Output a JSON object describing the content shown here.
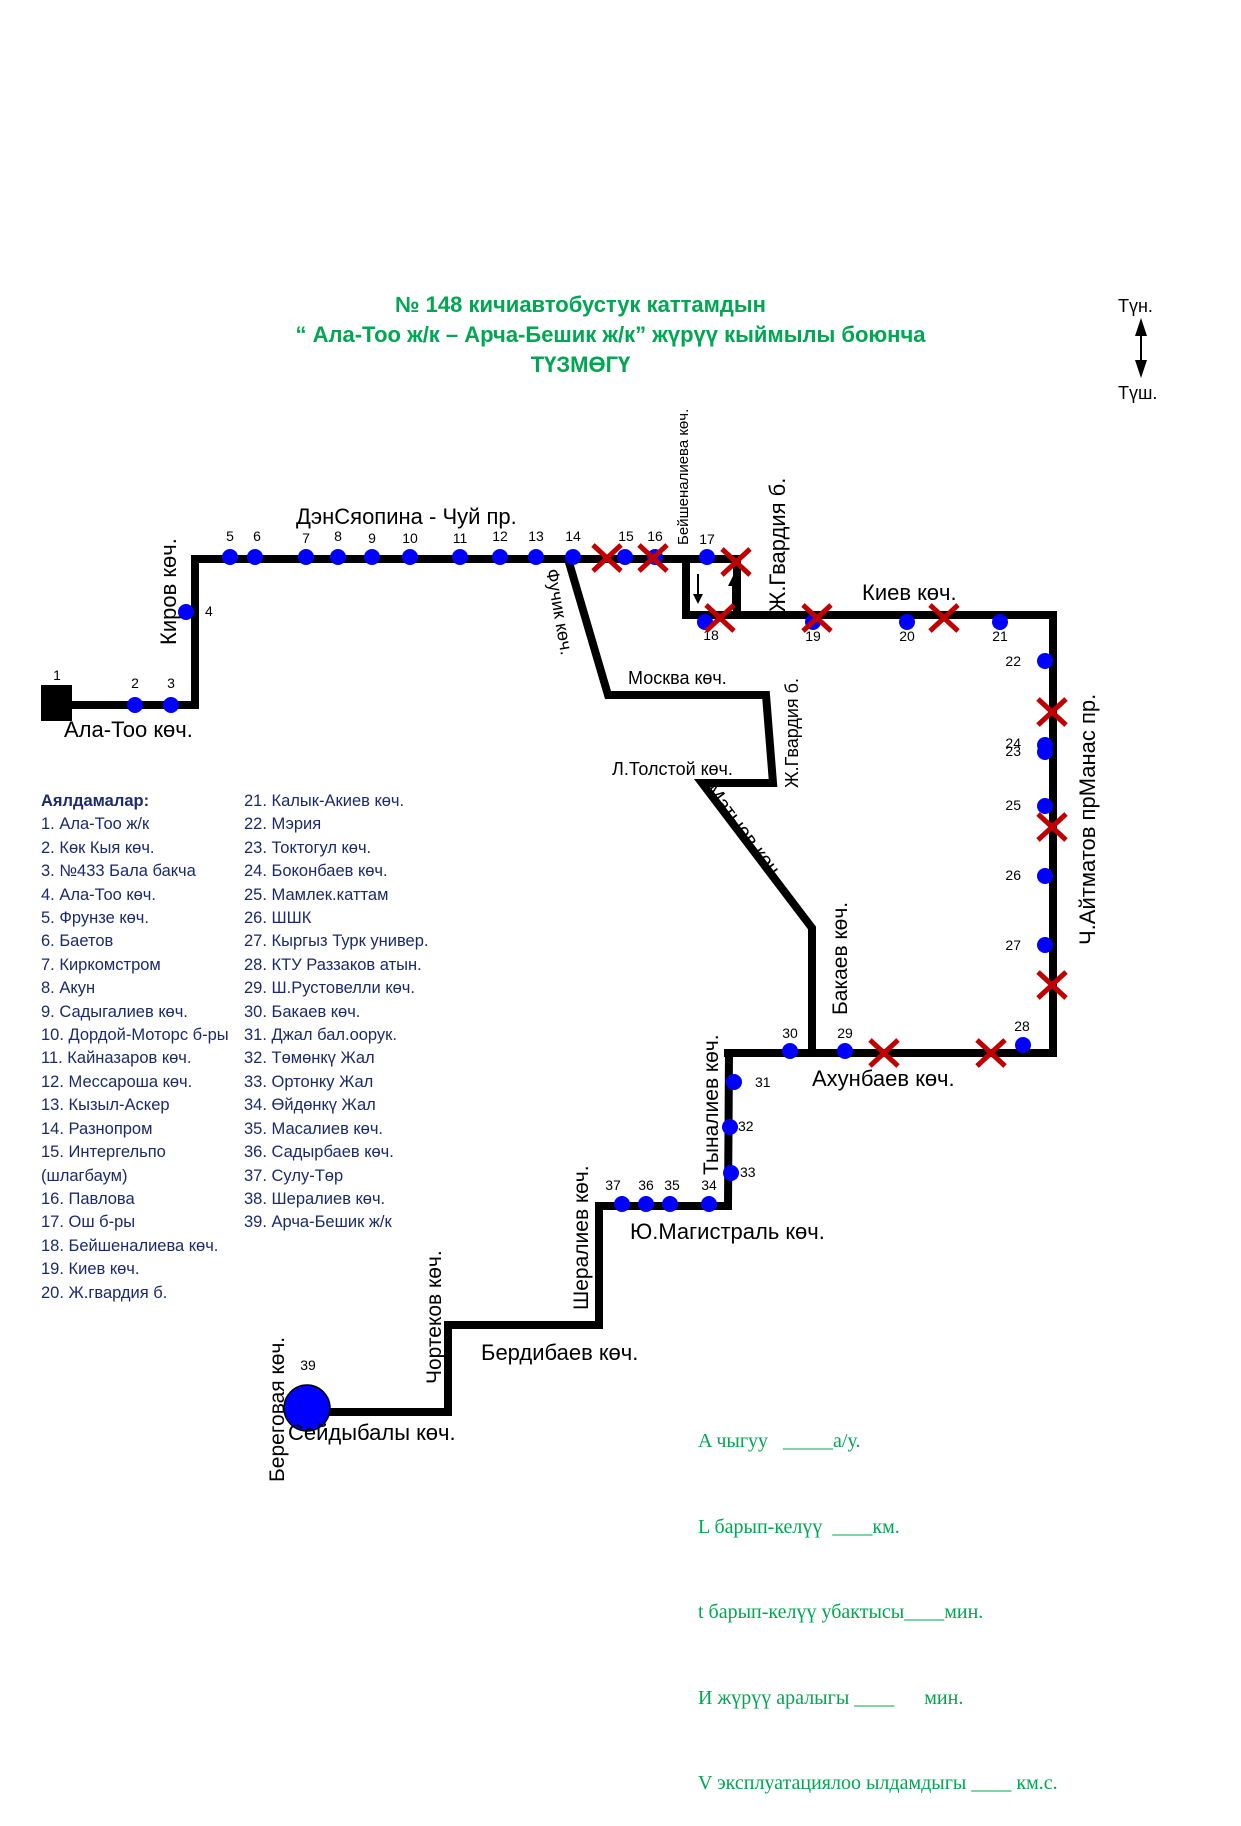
{
  "title": {
    "line1": "№ 148  кичиавтобустук каттамдын",
    "line2": "“ Ала-Тоо ж/к – Арча-Бешик ж/к” жүрүү кыймылы боюнча",
    "line3": "ТҮЗМӨГҮ"
  },
  "compass": {
    "north": "Түн.",
    "south": "Түш."
  },
  "streets": {
    "chuy": "ДэнСяопина - Чуй пр.",
    "kirov": "Киров көч.",
    "alatoo": "Ала-Тоо көч.",
    "fuchik": "Фучик көч.",
    "beyshenalieva": "Бейшеналиева көч.",
    "jgvardiya_top": "Ж.Гвардия б.",
    "kiev": "Киев көч.",
    "moskva": "Москва көч.",
    "jgvardiya_mid": "Ж.Гвардия б.",
    "tolstoy": "Л.Толстой көч.",
    "matyev": "Матыев көч.",
    "bakaev": "Бакаев көч.",
    "aitmatov": "Ч.Айтматов прМанас пр.",
    "akhunbaev": "Ахунбаев көч.",
    "tynaliev": "Тыналиев көч.",
    "magistral": "Ю.Магистраль көч.",
    "sheraliev": "Шералиев көч.",
    "berdibaev": "Бердибаев көч.",
    "chortekov": "Чортеков көч.",
    "beregovaya": "Береговая көч.",
    "seydybaly": "Сейдыбалы көч."
  },
  "stop_numbers": [
    "1",
    "2",
    "3",
    "4",
    "5",
    "6",
    "7",
    "8",
    "9",
    "10",
    "11",
    "12",
    "13",
    "14",
    "15",
    "16",
    "17",
    "18",
    "19",
    "20",
    "21",
    "22",
    "23",
    "24",
    "25",
    "26",
    "27",
    "28",
    "29",
    "30",
    "31",
    "32",
    "33",
    "34",
    "35",
    "36",
    "37",
    "38",
    "39"
  ],
  "legend": {
    "heading": "Аялдамалар:",
    "col1": [
      "1. Ала-Тоо ж/к",
      "2. Көк Кыя көч.",
      "3. №433 Бала бакча",
      "4. Ала-Тоо көч.",
      "5. Фрунзе көч.",
      "6. Баетов",
      "7. Киркомстром",
      "8. Акун",
      "9. Садыгалиев көч.",
      "10. Дордой-Моторс б-ры",
      "11. Кайназаров көч.",
      "12. Мессароша көч.",
      "13. Кызыл-Аскер",
      "14. Разнопром",
      "15. Интергельпо",
      "(шлагбаум)",
      "16. Павлова",
      "17. Ош б-ры",
      "18. Бейшеналиева көч.",
      "19. Киев көч.",
      "20. Ж.гвардия б."
    ],
    "col2": [
      "21. Калык-Акиев көч.",
      "22. Мэрия",
      "23. Токтогул көч.",
      "24. Боконбаев көч.",
      "25. Мамлек.каттам",
      "26. ШШК",
      "27. Кыргыз Турк универ.",
      "28. КТУ Раззаков атын.",
      "29. Ш.Рустовелли көч.",
      "30. Бакаев көч.",
      "31. Джал бал.оорук.",
      "32. Төмөнкү Жал",
      "33. Ортонку Жал",
      "34. Өйдөнкү Жал",
      "35. Масалиев көч.",
      "36. Садырбаев көч.",
      "37. Сулу-Төр",
      "38. Шералиев көч.",
      "39. Арча-Бешик ж/к"
    ]
  },
  "parameters": [
    "A чыгуу   _____а/у.",
    "L барып-келүү  ____км.",
    "t барып-келүү убактысы____мин.",
    "И жүрүү аралыгы ____      мин.",
    "V эксплуатациялоо ылдамдыгы ____ км.с."
  ],
  "colors": {
    "title": "#00a651",
    "route": "#000000",
    "stop": "#0000ff",
    "closed_marker": "#c00000",
    "legend_text": "#1b2a6b"
  },
  "icons": {
    "terminal_start": "black-square",
    "terminal_end": "large-blue-circle",
    "stop": "blue-dot",
    "closed": "red-x",
    "compass": "north-south-arrow"
  }
}
